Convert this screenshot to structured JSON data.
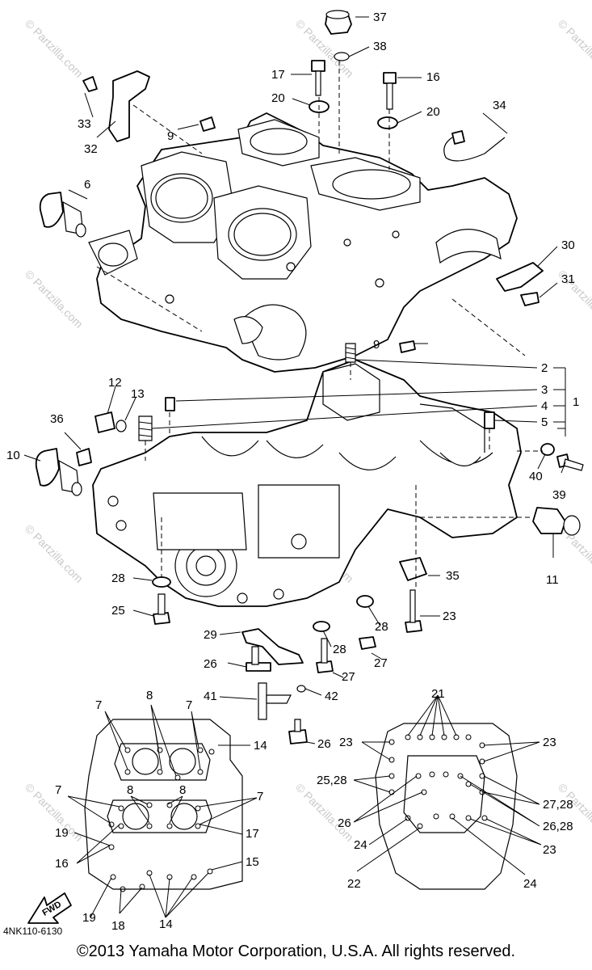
{
  "drawing_code": "4NK110-6130",
  "copyright": "©2013  Yamaha Motor Corporation, U.S.A. All rights reserved.",
  "fwd_label": "FWD",
  "watermark": "© Partzilla.com",
  "upper_callouts": [
    "37",
    "38",
    "17",
    "16",
    "20",
    "20",
    "33",
    "32",
    "9",
    "34",
    "6",
    "30",
    "31",
    "9",
    "2",
    "3",
    "4",
    "1",
    "5",
    "12",
    "13",
    "36",
    "10",
    "40",
    "39",
    "11",
    "28",
    "35",
    "25",
    "23",
    "29",
    "28",
    "28",
    "26",
    "27",
    "27",
    "41",
    "42",
    "26"
  ],
  "detail_a_callouts": [
    "7",
    "8",
    "7",
    "14",
    "7",
    "8",
    "8",
    "7",
    "19",
    "17",
    "16",
    "15",
    "19",
    "18",
    "14"
  ],
  "detail_b_callouts": [
    "21",
    "23",
    "23",
    "25,28",
    "27,28",
    "26",
    "26,28",
    "24",
    "23",
    "22",
    "24"
  ]
}
